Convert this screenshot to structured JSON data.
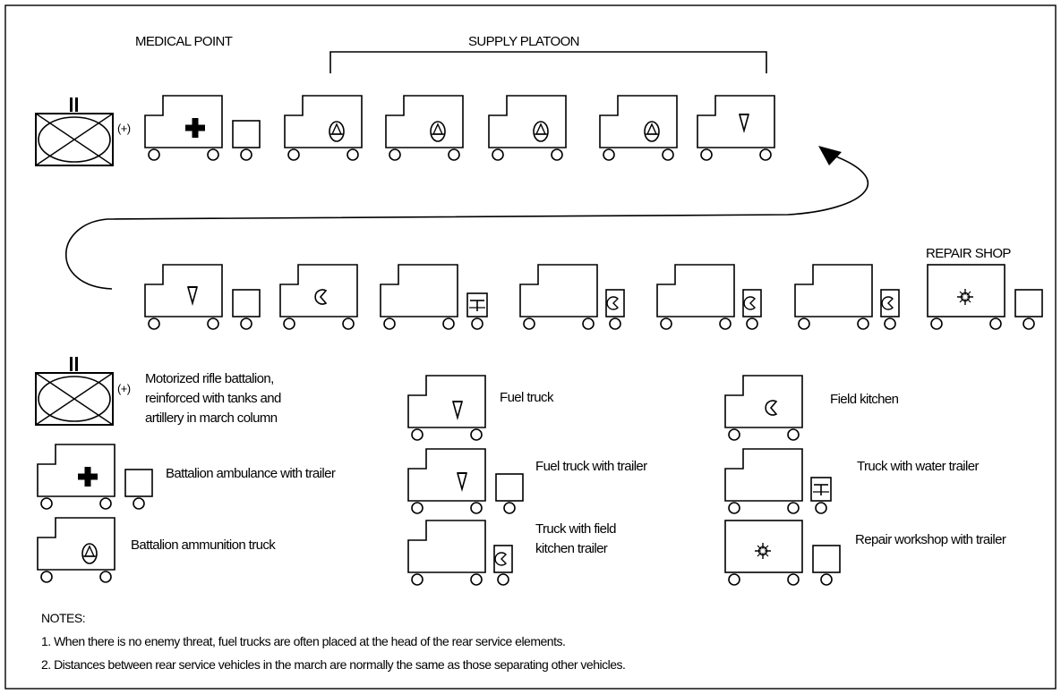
{
  "column": {
    "medical_point_label": "MEDICAL POINT",
    "supply_platoon_label": "SUPPLY PLATOON",
    "repair_shop_label": "REPAIR SHOP",
    "battalion_designation": "II",
    "battalion_reinforced": "(+)"
  },
  "legend": {
    "battalion_designation": "II",
    "battalion_reinforced": "(+)",
    "battalion_line1": "Motorized rifle battalion,",
    "battalion_line2": "reinforced with tanks and",
    "battalion_line3": "artillery in march column",
    "ambulance": "Battalion ambulance with trailer",
    "ammunition": "Battalion ammunition truck",
    "fuel_truck": "Fuel truck",
    "fuel_truck_trailer": "Fuel truck with trailer",
    "field_kitchen_trailer_line1": "Truck with field",
    "field_kitchen_trailer_line2": "kitchen trailer",
    "field_kitchen": "Field kitchen",
    "water_trailer": "Truck with water trailer",
    "repair_workshop": "Repair workshop with trailer"
  },
  "notes": {
    "heading": "NOTES:",
    "note1": "1.  When there is no enemy threat, fuel trucks are often placed at the head of the rear service elements.",
    "note2": "2.  Distances between rear service vehicles in the march are normally the same as those separating other vehicles."
  }
}
